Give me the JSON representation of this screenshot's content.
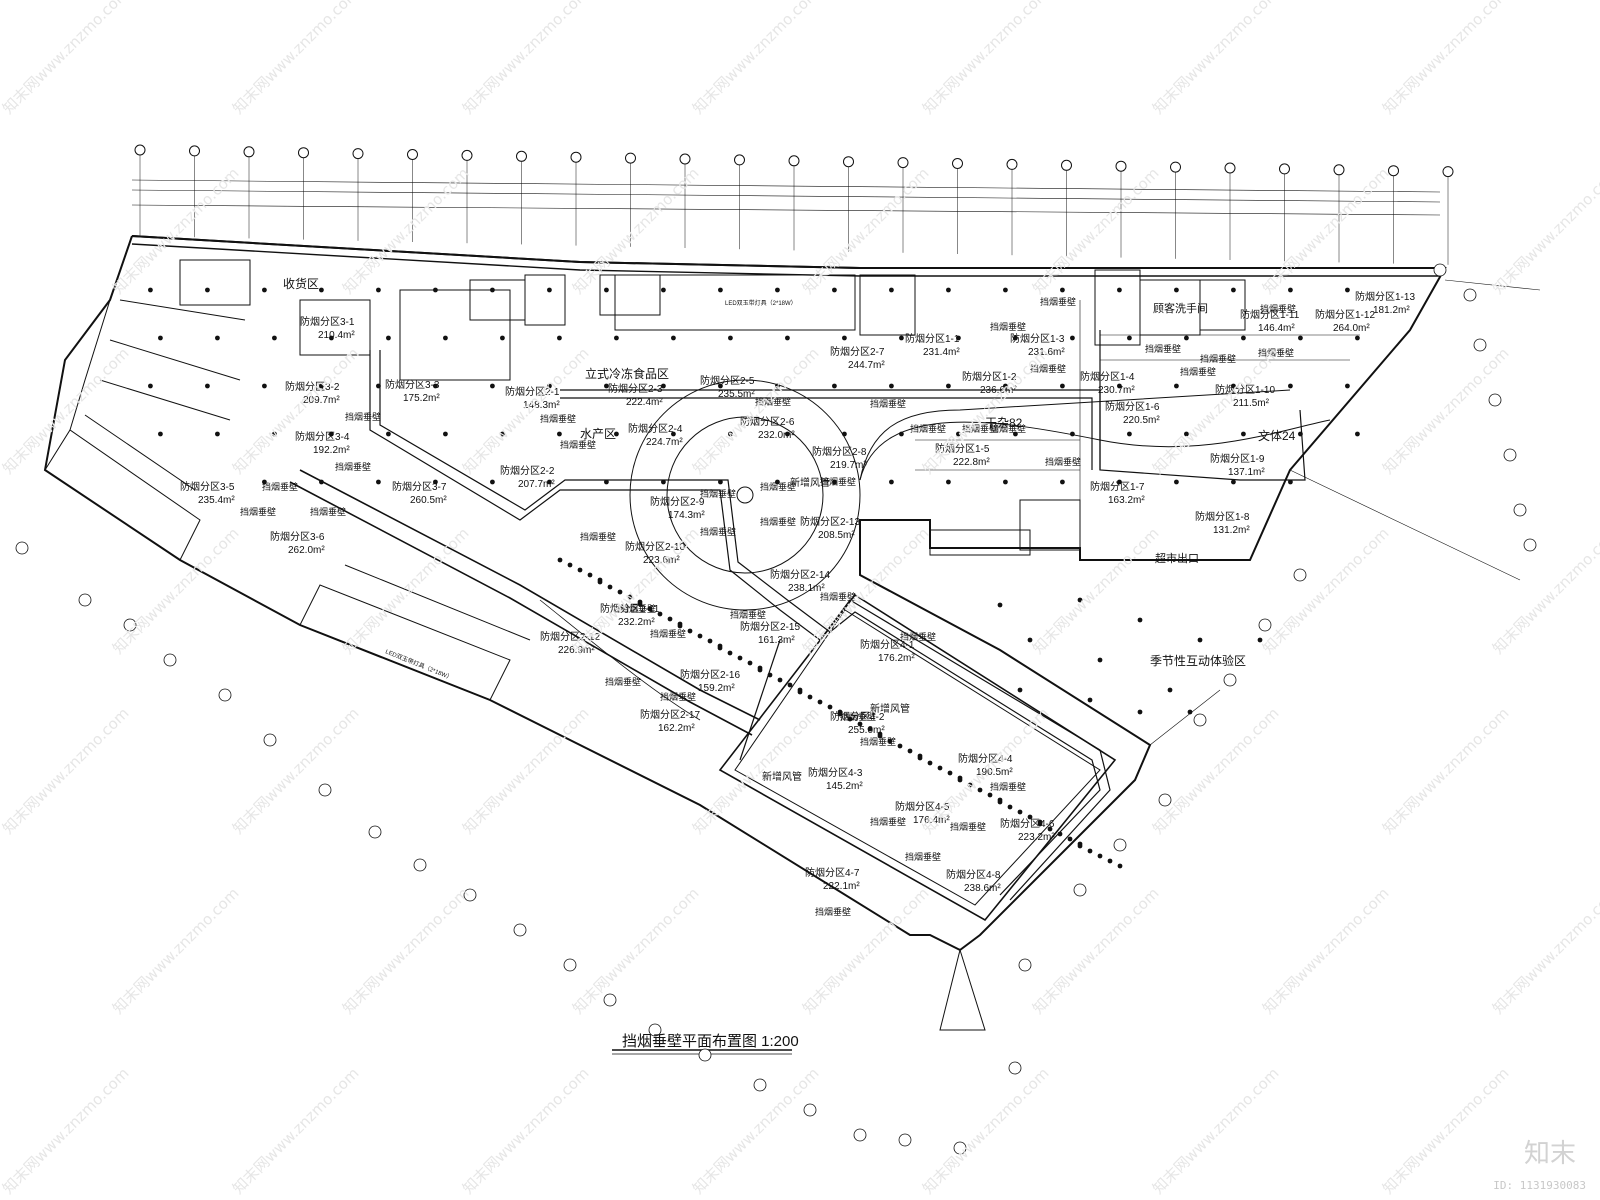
{
  "drawing": {
    "title": "挡烟垂壁平面布置图 1:200",
    "colors": {
      "line": "#111111",
      "watermark": "#e6e6e6",
      "brand": "#d2d2d2"
    }
  },
  "zone_labels": {
    "receiving": "收货区",
    "frozen": "立式冷冻食品区",
    "aquatic": "水产区",
    "dry_goods": "干杂82",
    "stationery": "文体24",
    "restroom": "顾客洗手间",
    "seasonal": "季节性互动体验区",
    "exit": "超市出口",
    "new_duct_1": "新增风管",
    "new_duct_2": "新增风管",
    "new_duct_3": "新增风管",
    "led_note_1": "LED双玉带灯具（2*18W）",
    "led_note_2": "LED双玉带灯具（2*18W）"
  },
  "smoke_zones": [
    {
      "name": "防烟分区1-1",
      "area": "231.4m²"
    },
    {
      "name": "防烟分区1-2",
      "area": "236.6m²"
    },
    {
      "name": "防烟分区1-3",
      "area": "231.6m²"
    },
    {
      "name": "防烟分区1-4",
      "area": "230.7m²"
    },
    {
      "name": "防烟分区1-5",
      "area": "222.8m²"
    },
    {
      "name": "防烟分区1-6",
      "area": "220.5m²"
    },
    {
      "name": "防烟分区1-7",
      "area": "163.2m²"
    },
    {
      "name": "防烟分区1-8",
      "area": "131.2m²"
    },
    {
      "name": "防烟分区1-9",
      "area": "137.1m²"
    },
    {
      "name": "防烟分区1-10",
      "area": "211.5m²"
    },
    {
      "name": "防烟分区1-11",
      "area": "146.4m²"
    },
    {
      "name": "防烟分区1-12",
      "area": "264.0m²"
    },
    {
      "name": "防烟分区1-13",
      "area": "181.2m²"
    },
    {
      "name": "防烟分区2-1",
      "area": "148.3m²"
    },
    {
      "name": "防烟分区2-2",
      "area": "207.7m²"
    },
    {
      "name": "防烟分区2-3",
      "area": "222.4m²"
    },
    {
      "name": "防烟分区2-4",
      "area": "224.7m²"
    },
    {
      "name": "防烟分区2-5",
      "area": "235.5m²"
    },
    {
      "name": "防烟分区2-6",
      "area": "232.0m²"
    },
    {
      "name": "防烟分区2-7",
      "area": "244.7m²"
    },
    {
      "name": "防烟分区2-8",
      "area": "219.7m²"
    },
    {
      "name": "防烟分区2-9",
      "area": "174.3m²"
    },
    {
      "name": "防烟分区2-10",
      "area": "223.6m²"
    },
    {
      "name": "防烟分区2-11",
      "area": "232.2m²"
    },
    {
      "name": "防烟分区2-12",
      "area": "226.9m²"
    },
    {
      "name": "防烟分区2-13",
      "area": "208.5m²"
    },
    {
      "name": "防烟分区2-14",
      "area": "238.1m²"
    },
    {
      "name": "防烟分区2-15",
      "area": "161.3m²"
    },
    {
      "name": "防烟分区2-16",
      "area": "159.2m²"
    },
    {
      "name": "防烟分区2-17",
      "area": "162.2m²"
    },
    {
      "name": "防烟分区3-1",
      "area": "210.4m²"
    },
    {
      "name": "防烟分区3-2",
      "area": "209.7m²"
    },
    {
      "name": "防烟分区3-3",
      "area": "175.2m²"
    },
    {
      "name": "防烟分区3-4",
      "area": "192.2m²"
    },
    {
      "name": "防烟分区3-5",
      "area": "235.4m²"
    },
    {
      "name": "防烟分区3-6",
      "area": "262.0m²"
    },
    {
      "name": "防烟分区3-7",
      "area": "260.5m²"
    },
    {
      "name": "防烟分区4-1",
      "area": "176.2m²"
    },
    {
      "name": "防烟分区4-2",
      "area": "255.0m²"
    },
    {
      "name": "防烟分区4-3",
      "area": "145.2m²"
    },
    {
      "name": "防烟分区4-4",
      "area": "190.5m²"
    },
    {
      "name": "防烟分区4-5",
      "area": "176.4m²"
    },
    {
      "name": "防烟分区4-6",
      "area": "223.2m²"
    },
    {
      "name": "防烟分区4-7",
      "area": "222.1m²"
    },
    {
      "name": "防烟分区4-8",
      "area": "238.6m²"
    }
  ],
  "smoke_curtain_label": "挡烟垂壁",
  "watermark_text": "知末网www.znzmo.com",
  "brand": "知末",
  "doc_id": "ID: 1131930083"
}
